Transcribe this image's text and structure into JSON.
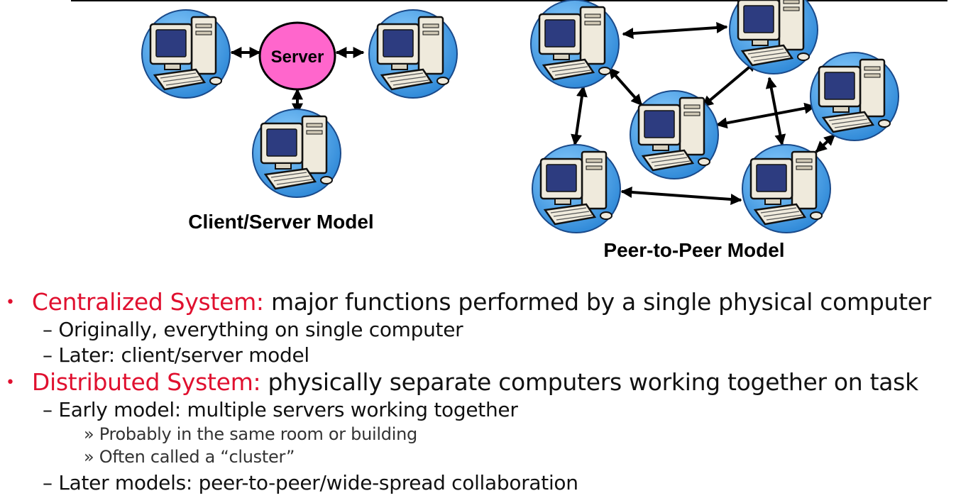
{
  "diagram": {
    "server_label": "Server",
    "client_server_caption": "Client/Server Model",
    "p2p_caption": "Peer-to-Peer Model"
  },
  "bullets": [
    {
      "marker": "•",
      "term": "Centralized System:",
      "text": " major functions performed by a single physical computer"
    },
    {
      "marker": "–",
      "text": "Originally, everything on single computer"
    },
    {
      "marker": "–",
      "text": "Later: client/server model"
    },
    {
      "marker": "•",
      "term": "Distributed System:",
      "text": " physically separate computers working together on task"
    },
    {
      "marker": "–",
      "text": "Early model: multiple servers working together"
    },
    {
      "marker": "»",
      "text": "Probably in the same room or building"
    },
    {
      "marker": "»",
      "text": "Often called a “cluster”"
    },
    {
      "marker": "–",
      "text": "Later models: peer-to-peer/wide-spread collaboration"
    }
  ],
  "colors": {
    "accent_red": "#e0102f",
    "server_fill": "#ff66cc",
    "computer_circle": "#3aa0e6",
    "computer_beige": "#efeadc",
    "screen": "#2d3c80"
  }
}
